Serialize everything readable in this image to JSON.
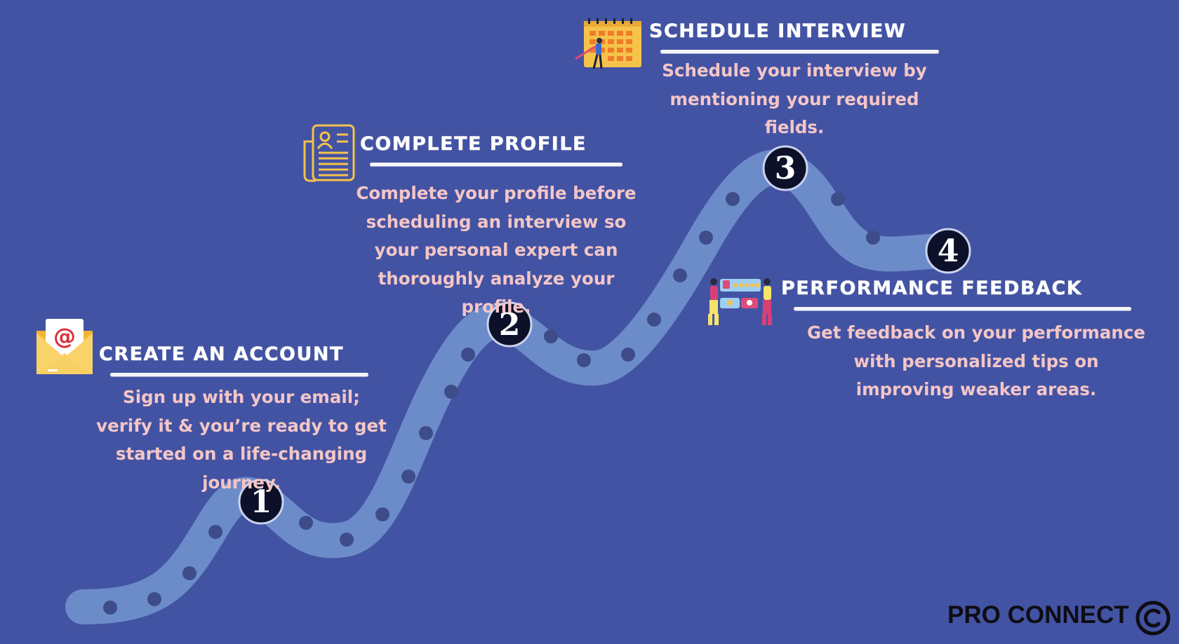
{
  "steps": [
    {
      "number": "1",
      "title": "CREATE AN ACCOUNT",
      "description": "Sign up with your email; verify it & you’re ready to get started on a life-changing journey.",
      "icon": "envelope-at-icon"
    },
    {
      "number": "2",
      "title": "COMPLETE PROFILE",
      "description": "Complete your profile before scheduling an interview so your personal expert can thoroughly analyze your profile.",
      "icon": "profile-document-icon"
    },
    {
      "number": "3",
      "title": "SCHEDULE  INTERVIEW",
      "description": "Schedule your interview by mentioning your required fields.",
      "icon": "calendar-icon"
    },
    {
      "number": "4",
      "title": "PERFORMANCE FEEDBACK",
      "description": "Get feedback on your performance with personalized tips on improving weaker areas.",
      "icon": "feedback-review-icon"
    }
  ],
  "brand": {
    "name": "PRO CONNECT",
    "mark": "copyright-icon"
  },
  "colors": {
    "background": "#4353a3",
    "path": "#6c8cc9",
    "dot": "#3e4d8a",
    "badge": "#0c1029",
    "title": "#ffffff",
    "description": "#f4c6c7",
    "icon_gold": "#f5c34a"
  }
}
